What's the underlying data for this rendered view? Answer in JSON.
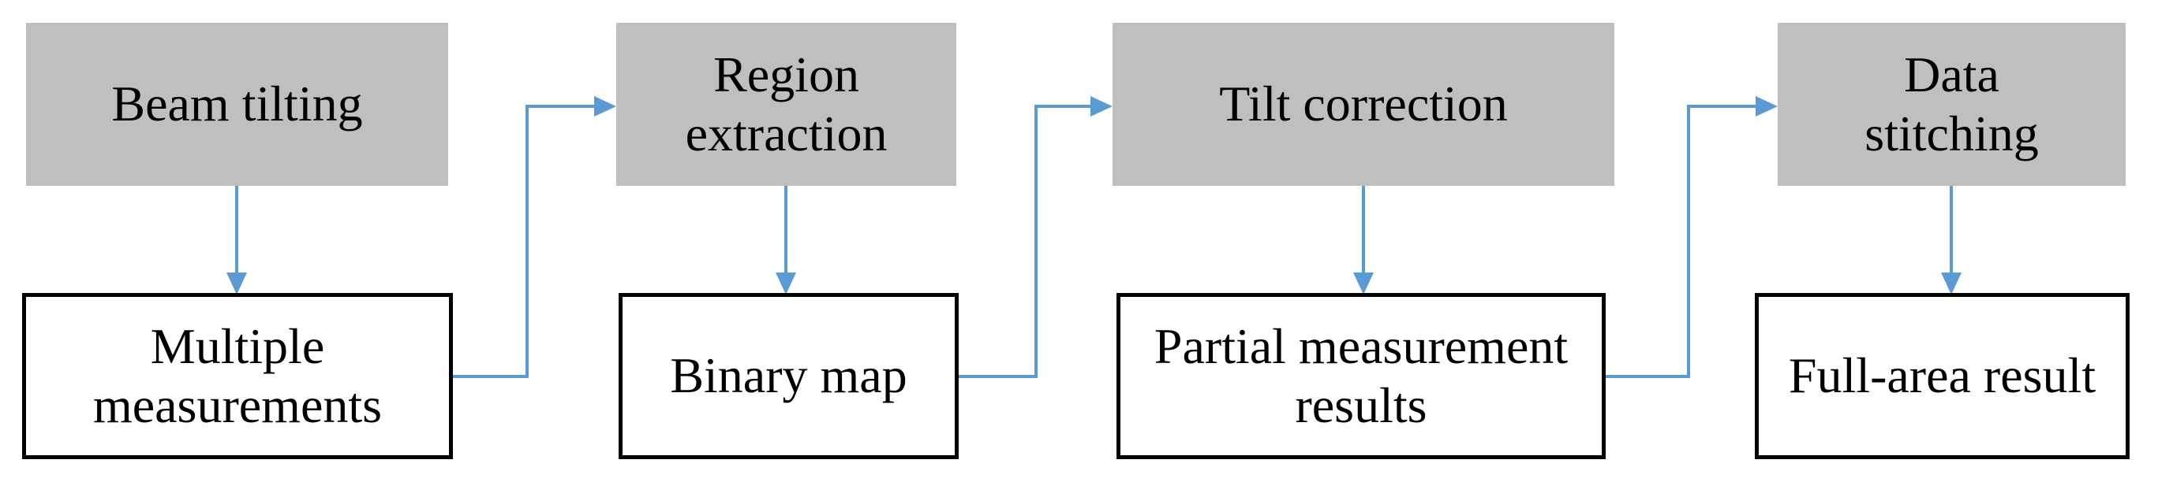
{
  "figure": {
    "type": "flowchart",
    "description": "Four-stage measurement pipeline: each top process step outputs a bottom result, which feeds the next process step."
  },
  "colors": {
    "background": "#FFFFFF",
    "process_box_fill": "#BFBFBF",
    "result_box_fill": "#FFFFFF",
    "result_box_border": "#000000",
    "connector_blue": "#5B9BD5",
    "text": "#000000"
  },
  "nodes": {
    "beam_tilting": {
      "label": "Beam tilting",
      "kind": "process"
    },
    "multiple_measurements": {
      "label": "Multiple\nmeasurements",
      "kind": "result"
    },
    "region_extraction": {
      "label": "Region\nextraction",
      "kind": "process"
    },
    "binary_map": {
      "label": "Binary map",
      "kind": "result"
    },
    "tilt_correction": {
      "label": "Tilt correction",
      "kind": "process"
    },
    "partial_results": {
      "label": "Partial measurement\nresults",
      "kind": "result"
    },
    "data_stitching": {
      "label": "Data\nstitching",
      "kind": "process"
    },
    "full_area_result": {
      "label": "Full-area result",
      "kind": "result"
    }
  },
  "edges": [
    {
      "from": "beam_tilting",
      "to": "multiple_measurements",
      "shape": "straight-down-arrow"
    },
    {
      "from": "region_extraction",
      "to": "binary_map",
      "shape": "straight-down-arrow"
    },
    {
      "from": "tilt_correction",
      "to": "partial_results",
      "shape": "straight-down-arrow"
    },
    {
      "from": "data_stitching",
      "to": "full_area_result",
      "shape": "straight-down-arrow"
    },
    {
      "from": "multiple_measurements",
      "to": "region_extraction",
      "shape": "elbow-right-up-arrow"
    },
    {
      "from": "binary_map",
      "to": "tilt_correction",
      "shape": "elbow-right-up-arrow"
    },
    {
      "from": "partial_results",
      "to": "data_stitching",
      "shape": "elbow-right-up-arrow"
    }
  ]
}
